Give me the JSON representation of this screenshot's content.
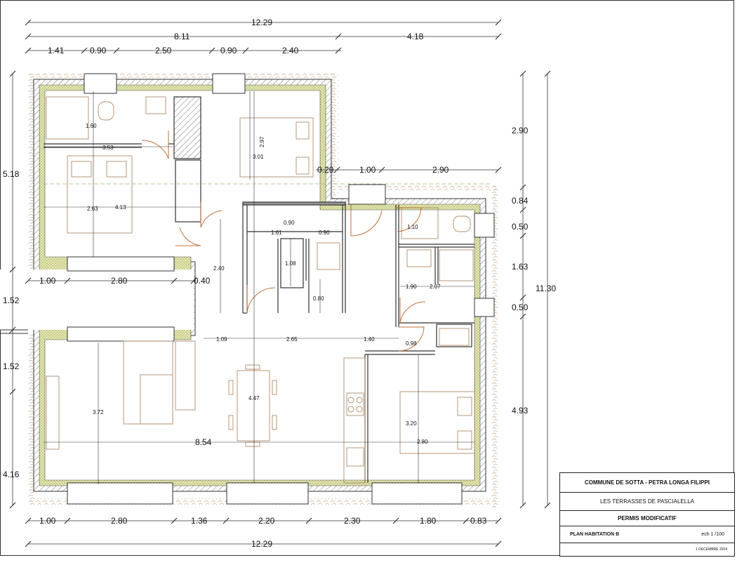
{
  "title_block": {
    "commune": "COMMUNE DE SOTTA - PETRA LONGA FILIPPI",
    "project": "LES TERRASSES DE PASCIALELLA",
    "permit": "PERMIS MODIFICATIF",
    "plan": "PLAN HABITATION B",
    "scale": "ech 1 /100",
    "date": "1 DECEMBRE 2024"
  },
  "dimensions": {
    "top_total": "12.29",
    "top_left": "8.11",
    "top_right": "4.18",
    "top_1": "1.41",
    "top_2": "0.90",
    "top_3": "2.50",
    "top_4": "0.90",
    "top_5": "2.40",
    "mid_1": "0.29",
    "mid_2": "1.00",
    "mid_3": "2.90",
    "left_1": "1.00",
    "left_2": "2.80",
    "left_3": "0.40",
    "bot_1": "1.00",
    "bot_2": "2.80",
    "bot_3": "1.36",
    "bot_4": "2.20",
    "bot_5": "2.30",
    "bot_6": "1.80",
    "bot_7": "0.83",
    "bot_total": "12.29",
    "left_v1": "5.18",
    "left_v2": "1.52",
    "left_v3": "1.52",
    "left_v4": "4.16",
    "right_v1": "2.90",
    "right_v2": "0.84",
    "right_v3": "0.50",
    "right_v4": "1.63",
    "right_v5": "0.50",
    "right_v6": "4.93",
    "right_total": "11.30",
    "living_width": "8.54"
  },
  "room_dims": {
    "r1": "1.60",
    "r2": "3.53",
    "r3": "2.97",
    "r4": "3.01",
    "r5": "2.63",
    "r6": "4.13",
    "r7": "0.90",
    "r8": "1.61",
    "r9": "0.90",
    "r10": "1.10",
    "r11": "1.08",
    "r12": "2.40",
    "r13": "0.80",
    "r14": "1.90",
    "r15": "2.07",
    "r16": "1.09",
    "r17": "2.65",
    "r18": "1.40",
    "r19": "0.98",
    "r20": "3.72",
    "r21": "4.47",
    "r22": "3.20",
    "r23": "2.80"
  },
  "colors": {
    "wall_fill": "#e7ebb8",
    "wall_border": "#3a3a3a",
    "furniture": "#b08a6a",
    "door": "#c0703a",
    "terrace": "#d4b49a"
  }
}
